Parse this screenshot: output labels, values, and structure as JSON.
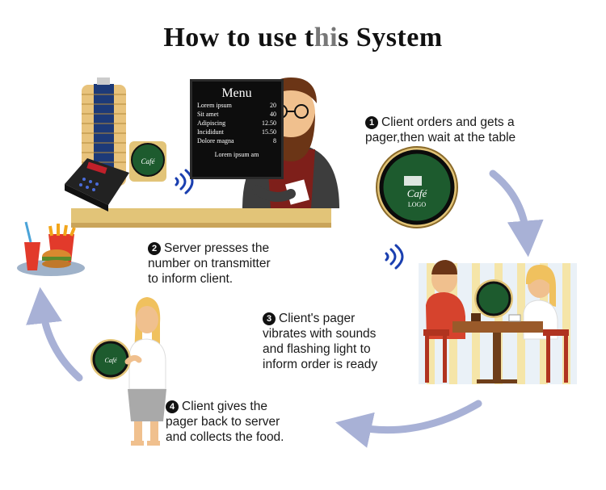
{
  "title_parts": {
    "before": "How to use t",
    "highlight": "hi",
    "after": "s System"
  },
  "colors": {
    "arrow": "#a8b1d6",
    "counter": "#e2c478",
    "pager_green": "#1d5b2e",
    "wifi": "#1a3fb0",
    "shirt": "#7e1f1a"
  },
  "menu": {
    "title": "Menu",
    "items": [
      {
        "name": "Lorem ipsum",
        "price": "20"
      },
      {
        "name": "Sit amet",
        "price": "40"
      },
      {
        "name": "Adipiscing",
        "price": "12.50"
      },
      {
        "name": "Incididunt",
        "price": "15.50"
      },
      {
        "name": "Dolore magna",
        "price": "8"
      }
    ],
    "footer": "Lorem ipsum am"
  },
  "pager": {
    "brand": "Café",
    "logo": "LOGO"
  },
  "steps": [
    {
      "num": "1",
      "lines": [
        "Client orders and gets a",
        "pager,then  wait at the table"
      ]
    },
    {
      "num": "2",
      "lines": [
        "Server presses the",
        "number on transmitter",
        "to inform client."
      ]
    },
    {
      "num": "3",
      "lines": [
        "Client's pager",
        "vibrates with sounds",
        "and flashing light to",
        "inform order is ready"
      ]
    },
    {
      "num": "4",
      "lines": [
        "Client gives the",
        "pager back to server",
        "and collects the food."
      ]
    }
  ]
}
